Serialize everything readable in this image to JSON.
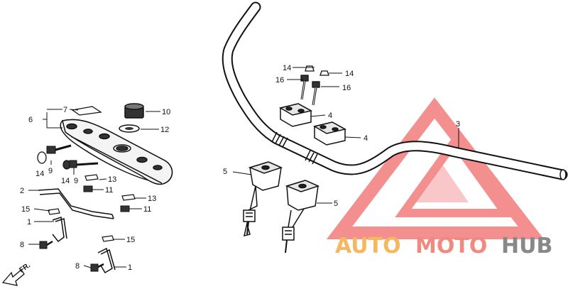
{
  "callouts": {
    "c1a": "1",
    "c1b": "1",
    "c2": "2",
    "c3": "3",
    "c4a": "4",
    "c4b": "4",
    "c5a": "5",
    "c5b": "5",
    "c6": "6",
    "c7": "7",
    "c8a": "8",
    "c8b": "8",
    "c9a": "9",
    "c9b": "9",
    "c10": "10",
    "c11a": "11",
    "c11b": "11",
    "c12": "12",
    "c13a": "13",
    "c13b": "13",
    "c14a": "14",
    "c14b": "14",
    "c14c": "14",
    "c14d": "14",
    "c15a": "15",
    "c15b": "15",
    "c16a": "16",
    "c16b": "16"
  },
  "direction_label": "FR.",
  "watermark": {
    "auto": "AUTO",
    "moto": "MOTO",
    "hub": "HUB",
    "color_auto": "#f4b860",
    "color_moto": "#f08a80",
    "color_hub": "#888888",
    "logo_color": "#f06a6a"
  }
}
